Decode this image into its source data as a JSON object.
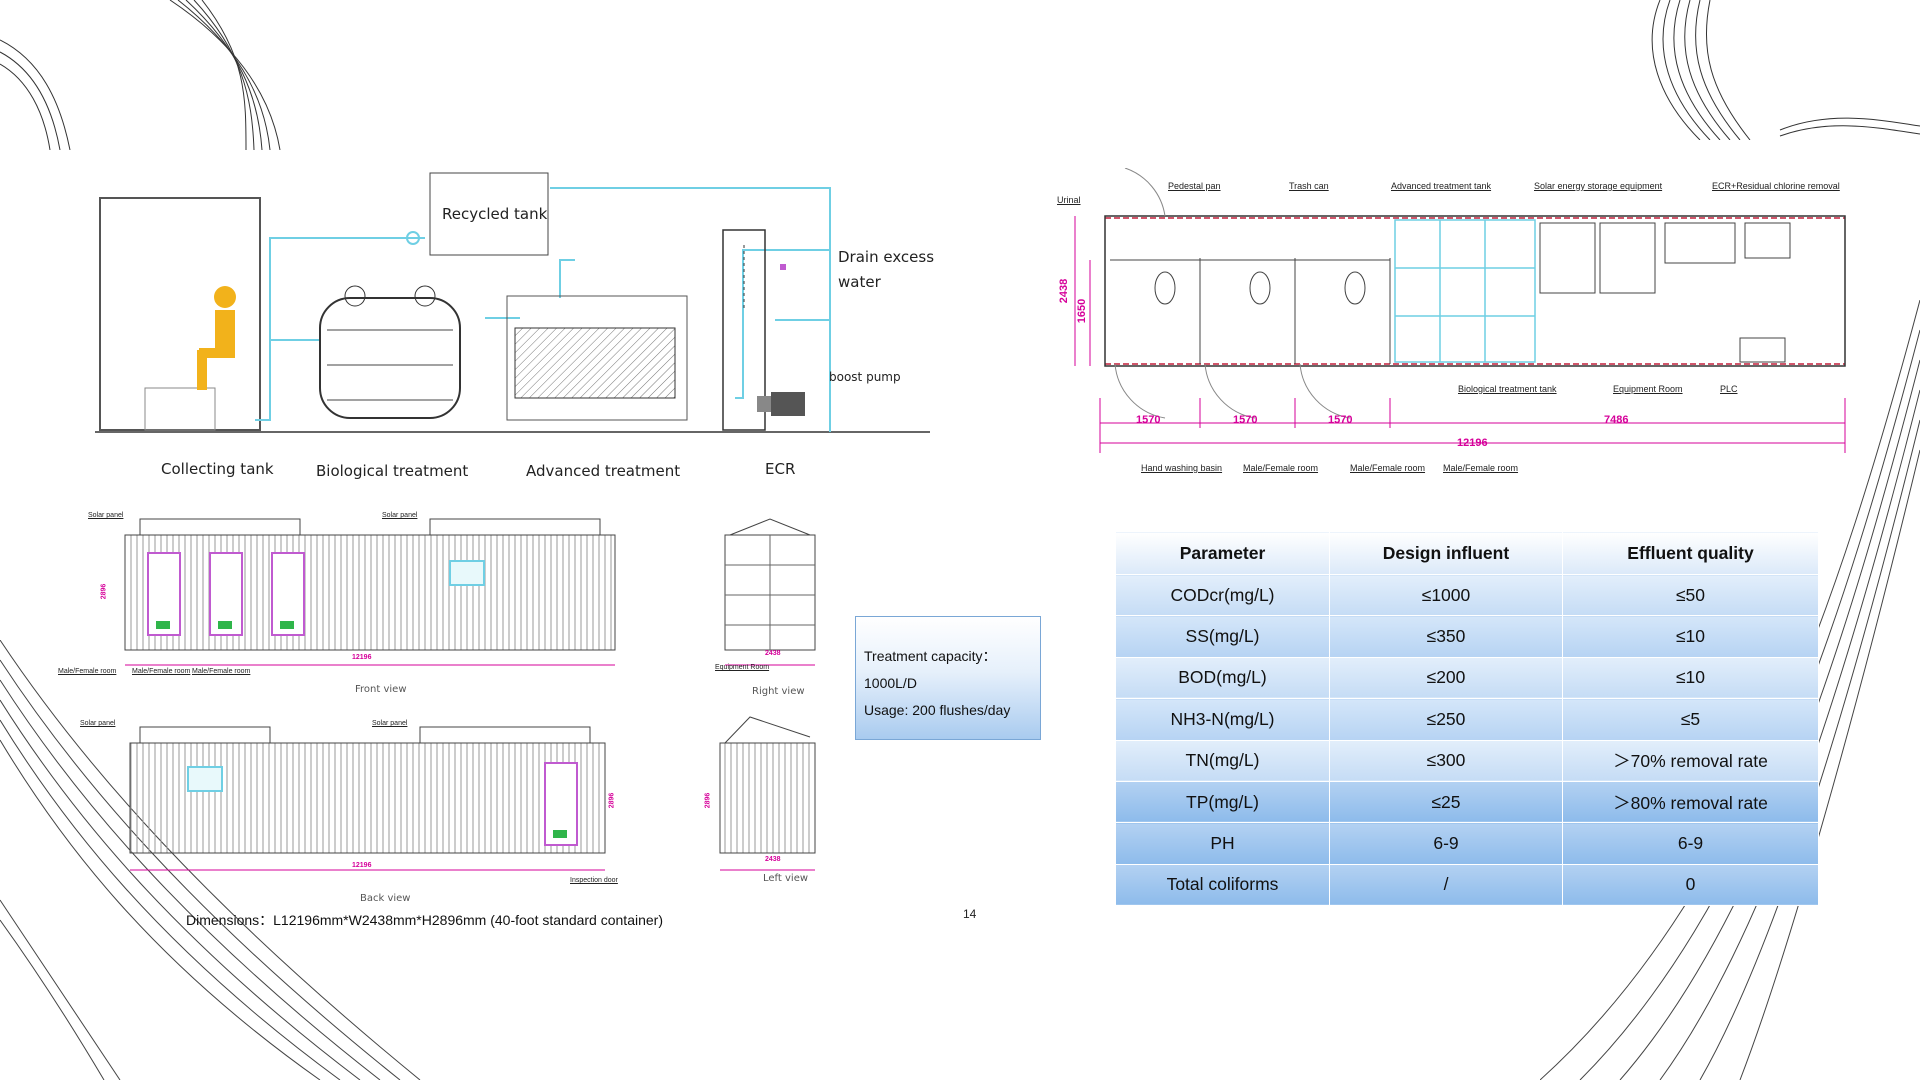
{
  "process_diagram": {
    "recycled_tank": "Recycled tank",
    "drain_excess": [
      "Drain excess",
      "water"
    ],
    "boost_pump": "boost pump",
    "stages": [
      "Collecting tank",
      "Biological treatment",
      "Advanced treatment",
      "ECR"
    ]
  },
  "floor_plan": {
    "top_labels": [
      "Urinal",
      "Pedestal pan",
      "Trash can",
      "Advanced treatment tank",
      "Solar energy storage equipment",
      "ECR+Residual chlorine removal"
    ],
    "bottom_labels": [
      "Biological treatment tank",
      "Equipment Room",
      "PLC"
    ],
    "base_labels": [
      "Hand washing basin",
      "Male/Female room",
      "Male/Female room",
      "Male/Female room"
    ],
    "dimensions": {
      "room": [
        "1570",
        "1570",
        "1570"
      ],
      "equipment": "7486",
      "total": "12196",
      "height_outer": "2438",
      "height_inner": "1650"
    }
  },
  "elevations": {
    "solar_panel": "Solar panel",
    "front_view": "Front view",
    "right_view": "Right view",
    "back_view": "Back view",
    "left_view": "Left view",
    "equipment_room": "Equipment Room",
    "inspection_door": "Inspection door",
    "male_female_room": "Male/Female room",
    "width_dim": "12196",
    "depth_dim": "2438",
    "height_dim": "2896"
  },
  "info_box": {
    "line1": "Treatment capacity：",
    "line2": "1000L/D",
    "line3": "Usage: 200 flushes/day"
  },
  "table": {
    "headers": [
      "Parameter",
      "Design influent",
      "Effluent quality"
    ],
    "rows": [
      [
        "CODcr(mg/L)",
        "≤1000",
        "≤50"
      ],
      [
        "SS(mg/L)",
        "≤350",
        "≤10"
      ],
      [
        "BOD(mg/L)",
        "≤200",
        "≤10"
      ],
      [
        "NH3-N(mg/L)",
        "≤250",
        "≤5"
      ],
      [
        "TN(mg/L)",
        "≤300",
        "＞70% removal rate"
      ],
      [
        "TP(mg/L)",
        "≤25",
        "＞80% removal rate"
      ],
      [
        "PH",
        "6-9",
        "6-9"
      ],
      [
        "Total coliforms",
        "/",
        "0"
      ]
    ]
  },
  "dimensions_caption": "Dimensions：L12196mm*W2438mm*H2896mm  (40-foot standard container)",
  "page_number": "14"
}
